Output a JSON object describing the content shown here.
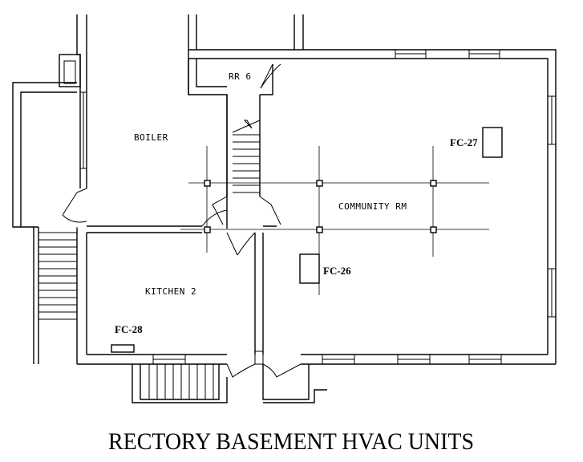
{
  "title": "RECTORY BASEMENT HVAC UNITS",
  "rooms": {
    "rr6": "RR 6",
    "boiler": "BOILER",
    "community": "COMMUNITY RM",
    "kitchen": "KITCHEN 2"
  },
  "units": {
    "fc26": "FC-26",
    "fc27": "FC-27",
    "fc28": "FC-28"
  }
}
